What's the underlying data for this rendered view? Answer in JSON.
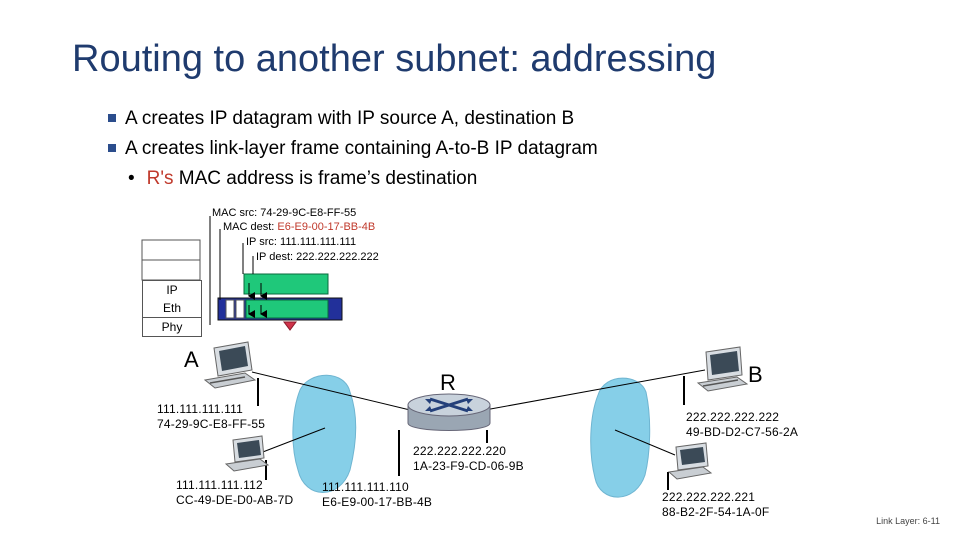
{
  "title": "Routing to another subnet: addressing",
  "bullets": [
    {
      "text": "A creates IP datagram with IP source A, destination B"
    },
    {
      "text": "A creates link-layer frame containing A-to-B IP datagram"
    }
  ],
  "sub_bullet": {
    "red_part": "R's",
    "rest": " MAC address is frame’s destination"
  },
  "frame_headers": {
    "mac_src": "MAC src: 74-29-9C-E8-FF-55",
    "mac_dest_prefix": "MAC dest: ",
    "mac_dest_value": "E6-E9-00-17-BB-4B",
    "ip_src": "IP src: 111.111.111.111",
    "ip_dest": "IP dest: 222.222.222.222"
  },
  "stack_layers": [
    "IP",
    "Eth",
    "Phy"
  ],
  "colors": {
    "title": "#1f3b6e",
    "highlight": "#c0392b",
    "ip_box": "#1fc87a",
    "eth_box": "#22309a",
    "cloud": "#86cfe8"
  },
  "nodes": {
    "A": {
      "label": "A",
      "ip": "111.111.111.111",
      "mac": "74-29-9C-E8-FF-55"
    },
    "R": {
      "label": "R"
    },
    "B": {
      "label": "B",
      "ip": "222.222.222.222",
      "mac": "49-BD-D2-C7-56-2A"
    },
    "left_host": {
      "ip": "111.111.111.112",
      "mac": "CC-49-DE-D0-AB-7D"
    },
    "right_host": {
      "ip": "222.222.222.221",
      "mac": "88-B2-2F-54-1A-0F"
    },
    "router_left": {
      "ip": "111.111.111.110",
      "mac": "E6-E9-00-17-BB-4B"
    },
    "router_right": {
      "ip": "222.222.222.220",
      "mac": "1A-23-F9-CD-06-9B"
    }
  },
  "footer": "Link Layer: 6-11"
}
